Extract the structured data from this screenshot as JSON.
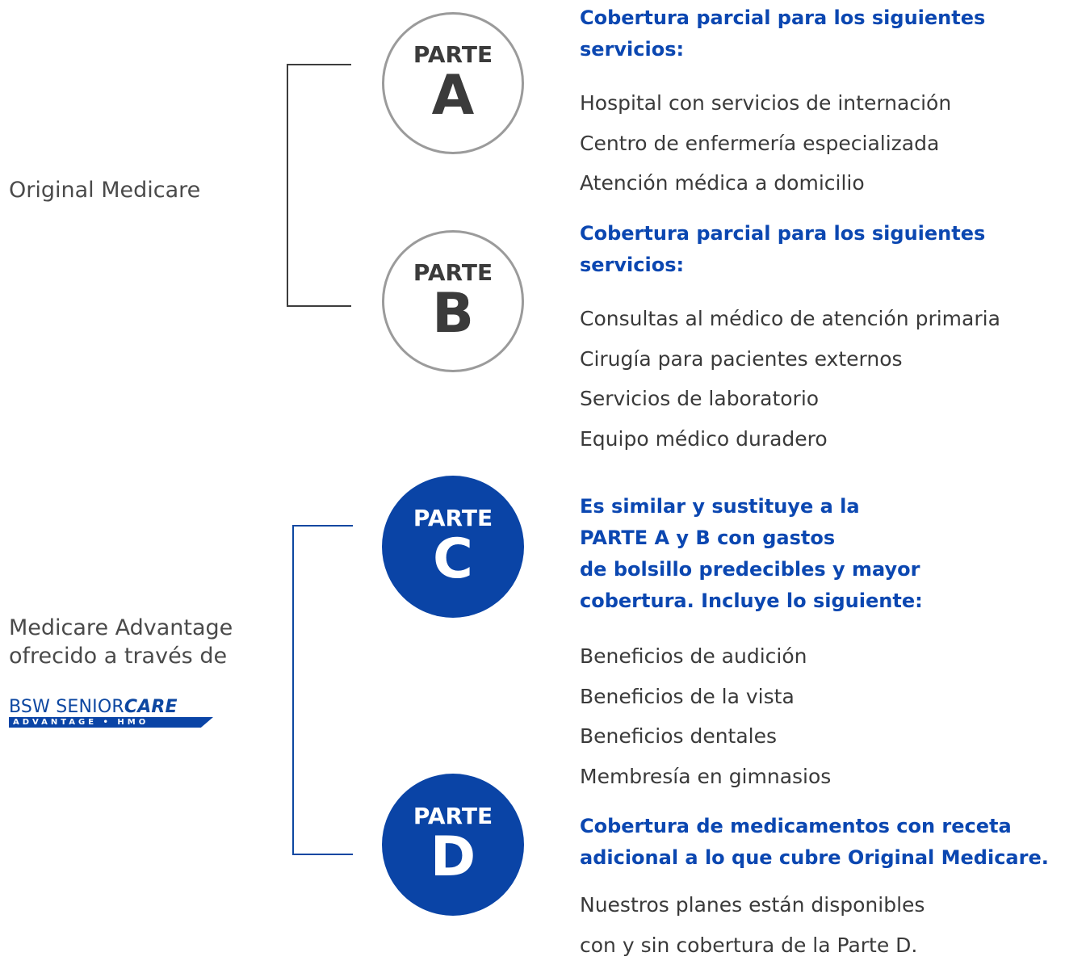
{
  "groups": {
    "original": {
      "label": "Original Medicare"
    },
    "advantage": {
      "label_line1": "Medicare Advantage",
      "label_line2": "ofrecido a través de",
      "logo": {
        "brand_regular": "BSW SENIOR",
        "brand_bold": "CARE",
        "tagline": "ADVANTAGE • HMO"
      }
    }
  },
  "parts": [
    {
      "parte": "PARTE",
      "letter": "A",
      "heading": "Cobertura parcial para los siguientes servicios:",
      "items": [
        "Hospital con servicios de internación",
        "Centro de enfermería especializada",
        "Atención médica a domicilio"
      ]
    },
    {
      "parte": "PARTE",
      "letter": "B",
      "heading": "Cobertura parcial para los siguientes servicios:",
      "items": [
        "Consultas al médico de atención primaria",
        "Cirugía para pacientes externos",
        "Servicios de laboratorio",
        "Equipo médico duradero"
      ]
    },
    {
      "parte": "PARTE",
      "letter": "C",
      "heading_lines": [
        "Es similar y sustituye a la",
        "PARTE A y B con gastos",
        "de bolsillo predecibles y mayor",
        "cobertura. Incluye lo siguiente:"
      ],
      "items": [
        "Beneficios de audición",
        "Beneficios de la vista",
        "Beneficios dentales",
        "Membresía en gimnasios"
      ]
    },
    {
      "parte": "PARTE",
      "letter": "D",
      "heading_lines": [
        "Cobertura de medicamentos con receta",
        "adicional a lo que cubre Original Medicare."
      ],
      "items": [
        "Nuestros planes están disponibles",
        "con y sin cobertura de la Parte D."
      ]
    }
  ],
  "colors": {
    "brand_blue": "#0a44a6",
    "heading_blue": "#0b47b1",
    "outline_gray": "#9b9b9b",
    "text_gray": "#3a3a3a"
  }
}
